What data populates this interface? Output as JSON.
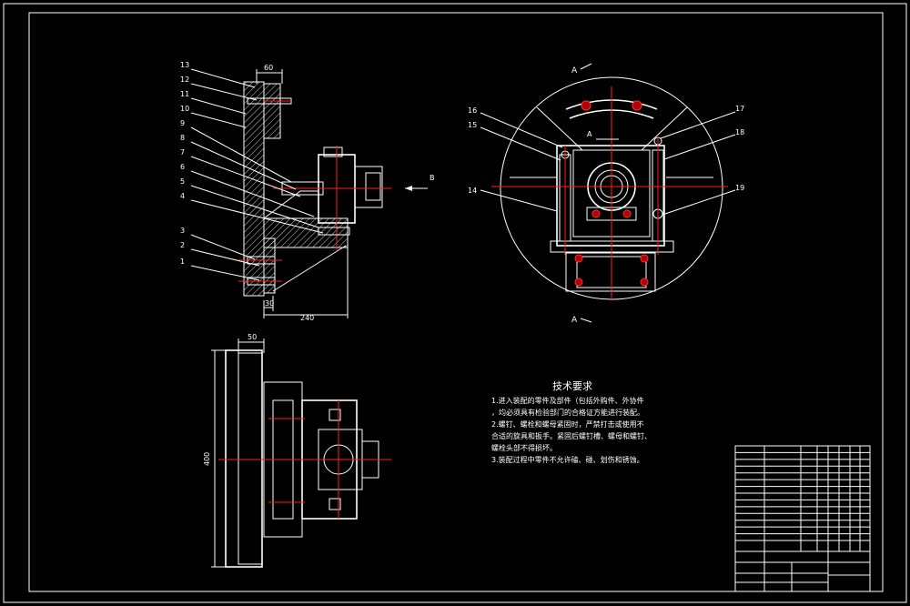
{
  "colors": {
    "background": "#000000",
    "line": "#ffffff",
    "centerline": "#ff2020",
    "dimension": "#ffd400",
    "cyan": "#00ffff",
    "green": "#00ff00"
  },
  "side_view": {
    "balloons": [
      "13",
      "12",
      "11",
      "10",
      "9",
      "8",
      "7",
      "6",
      "5",
      "4",
      "3",
      "2",
      "1"
    ],
    "dim_top": "60",
    "dim_bottom_small": "30",
    "dim_bottom": "240",
    "arrow_label": "B"
  },
  "plan_view": {
    "section_label_top": "A",
    "section_label_bottom": "A",
    "section_label_inner": "A",
    "balloons_left": [
      "16",
      "15",
      "14"
    ],
    "balloons_right": [
      "17",
      "18",
      "19"
    ]
  },
  "bottom_view": {
    "dim_top": "50",
    "dim_vertical": "400"
  },
  "notes": {
    "title": "技术要求",
    "lines": [
      "1.进入装配的零件及部件（包括外购件、外协件",
      "，均必须具有检验部门的合格证方能进行装配。",
      "2.螺钉、螺栓和螺母紧固时，严禁打击或使用不",
      "合适的旋具和扳手。紧固后螺钉槽、螺母和螺钉、",
      "螺栓头部不得损坏。",
      "3.装配过程中零件不允许磕、碰、划伤和锈蚀。"
    ]
  },
  "title_block": {
    "parts_rows": 14
  }
}
